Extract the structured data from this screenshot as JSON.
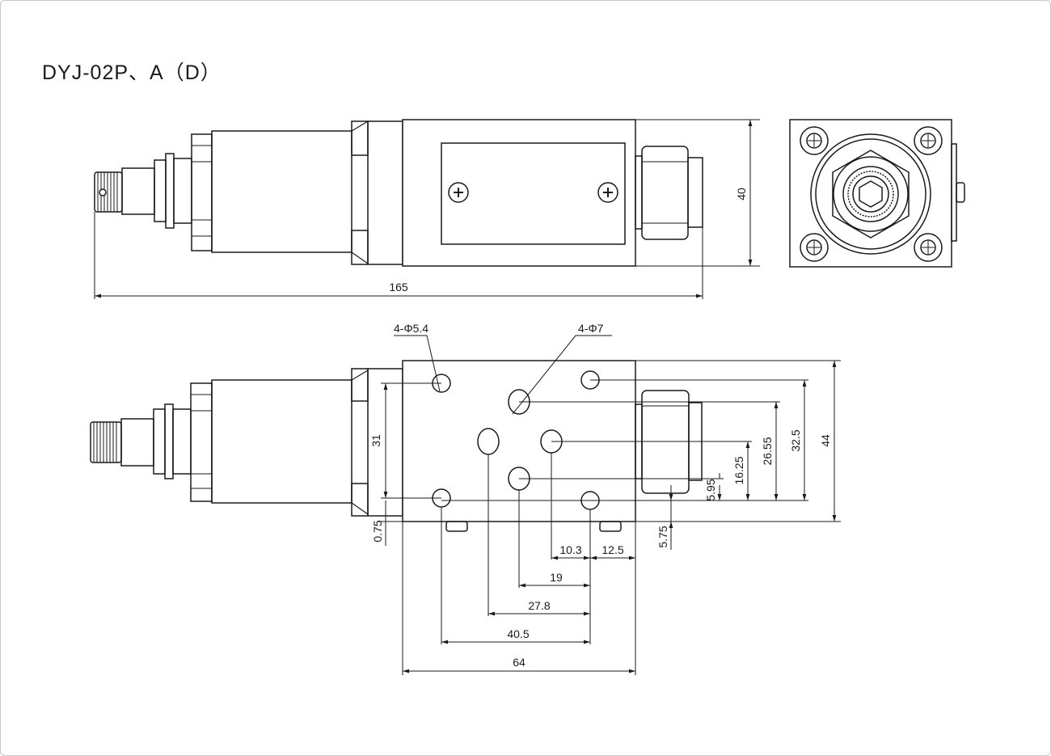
{
  "title": "DYJ-02P、A（D）",
  "top_view": {
    "overall_length": "165",
    "height": "40"
  },
  "bottom_view": {
    "hole_small_callout": "4-Φ5.4",
    "hole_large_callout": "4-Φ7",
    "hole_span_31": "31",
    "offset_075": "0.75",
    "dim_10_3": "10.3",
    "dim_12_5": "12.5",
    "dim_19": "19",
    "dim_27_8": "27.8",
    "dim_40_5": "40.5",
    "dim_64": "64",
    "dim_5_95": "5.95",
    "dim_16_25": "16.25",
    "dim_26_55": "26.55",
    "dim_32_5": "32.5",
    "dim_44": "44",
    "dim_5_75": "5.75"
  },
  "colors": {
    "line": "#1a1a1a",
    "body_fill": "#ffffff"
  }
}
